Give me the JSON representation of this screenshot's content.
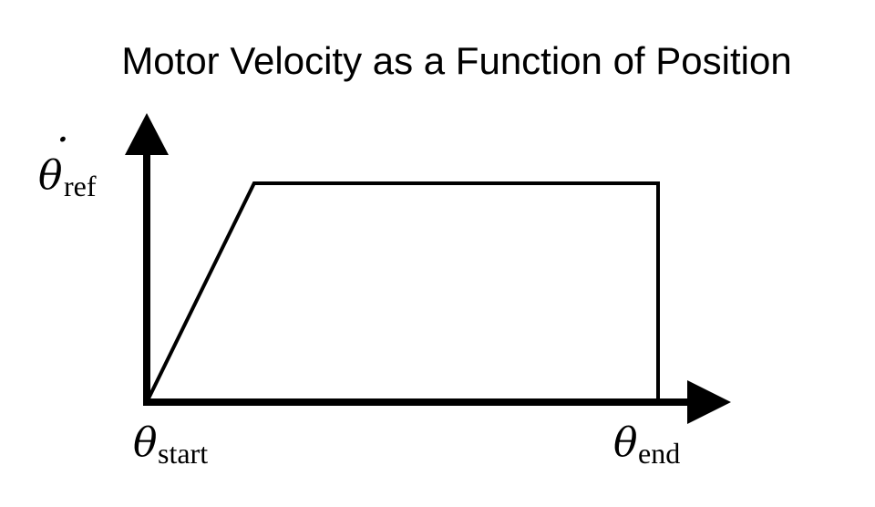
{
  "title": "Motor Velocity as a Function of Position",
  "y_axis_label": {
    "symbol": "θ",
    "dot": "·",
    "subscript": "ref"
  },
  "x_axis_labels": {
    "start": {
      "symbol": "θ",
      "subscript": "start"
    },
    "end": {
      "symbol": "θ",
      "subscript": "end"
    }
  },
  "colors": {
    "ink": "#000000",
    "background": "#ffffff"
  },
  "chart_data": {
    "type": "line",
    "title": "Motor Velocity as a Function of Position",
    "xlabel": "",
    "ylabel": "",
    "series": [
      {
        "x": [
          0,
          0.21,
          1,
          1
        ],
        "y": [
          0,
          1,
          1,
          0
        ]
      }
    ],
    "x_tick_labels": [
      "θstart",
      "θend"
    ],
    "y_tick_labels": [
      "θ̇ref"
    ],
    "xlim": [
      0,
      1.14
    ],
    "ylim": [
      0,
      1.26
    ],
    "grid": false,
    "legend": "none"
  }
}
